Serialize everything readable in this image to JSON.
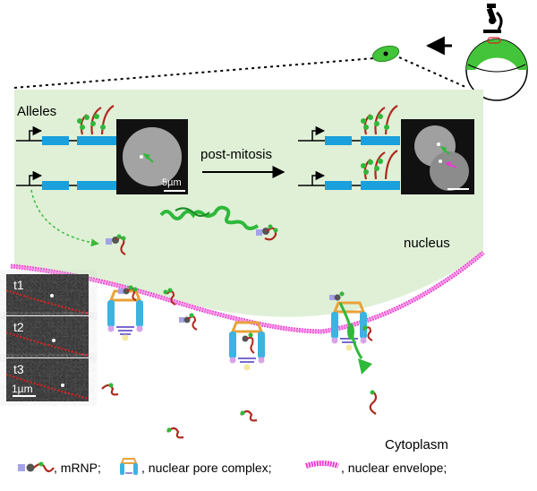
{
  "labels": {
    "alleles": "Alleles",
    "post_mitosis": "post-mitosis",
    "nucleus": "nucleus",
    "cytoplasm": "Cytoplasm",
    "scale_5um": "5µm",
    "scale_1um": "1µm",
    "t1": "t1",
    "t2": "t2",
    "t3": "t3"
  },
  "legend": {
    "mrnp": ", mRNP;",
    "npc": ", nuclear pore complex;",
    "envelope": ", nuclear envelope;"
  },
  "colors": {
    "nucleus_bg": "#dff0d6",
    "gene_block": "#1aa0dc",
    "mrna": "#b0281e",
    "protein": "#2fb83a",
    "envelope": "#e83ccf",
    "npc_frame": "#e8a23a",
    "npc_side": "#3cb3e0",
    "npc_base": "#7a6ad0",
    "embryo_green": "#43c43a"
  }
}
